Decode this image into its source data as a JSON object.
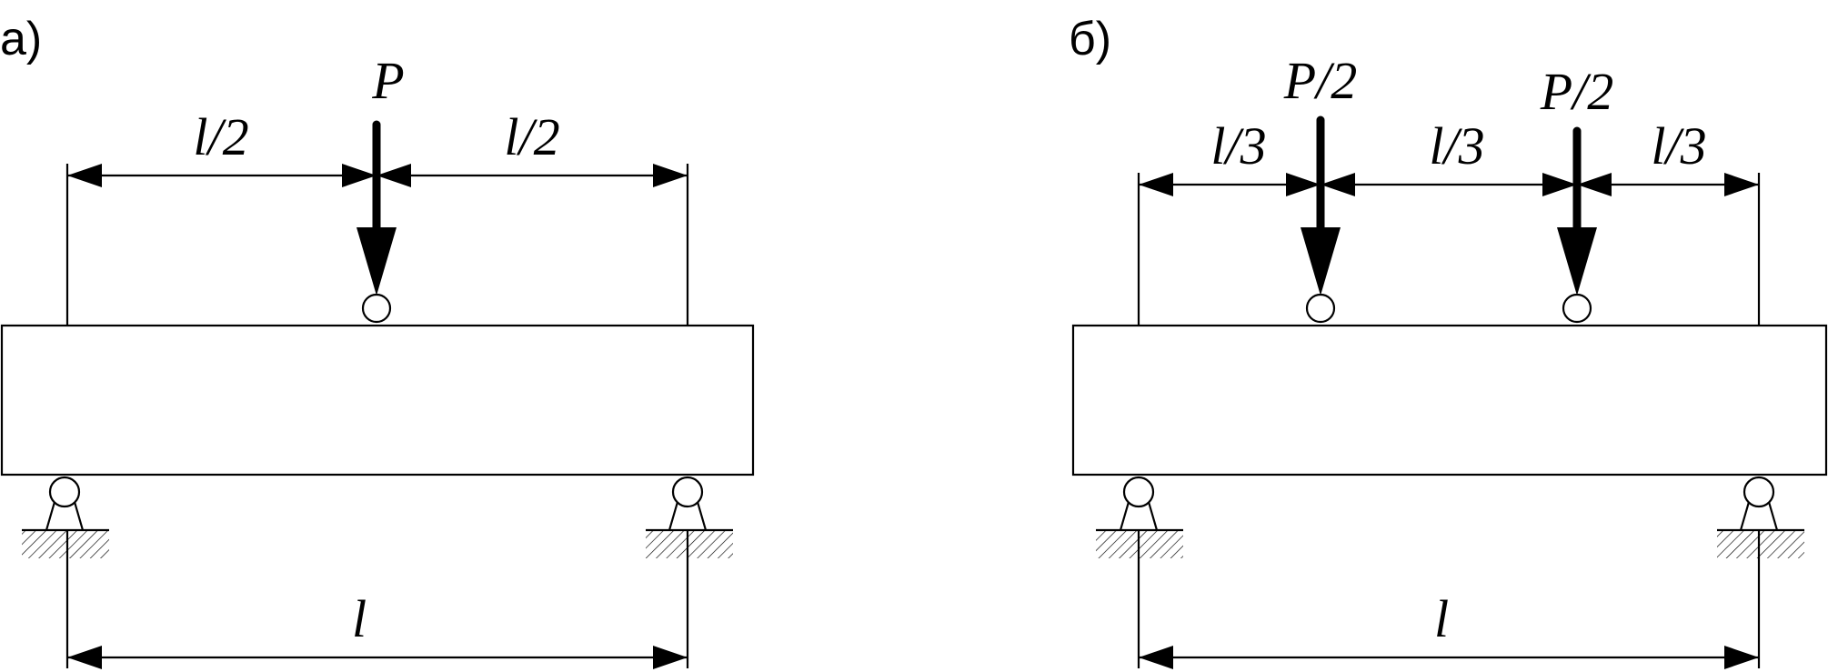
{
  "panels": [
    {
      "label": "а)",
      "load_labels": [
        "P"
      ],
      "segment_labels": [
        "l/2",
        "l/2"
      ],
      "span_label": "l"
    },
    {
      "label": "б)",
      "load_labels": [
        "P/2",
        "P/2"
      ],
      "segment_labels": [
        "l/3",
        "l/3",
        "l/3"
      ],
      "span_label": "l"
    }
  ]
}
